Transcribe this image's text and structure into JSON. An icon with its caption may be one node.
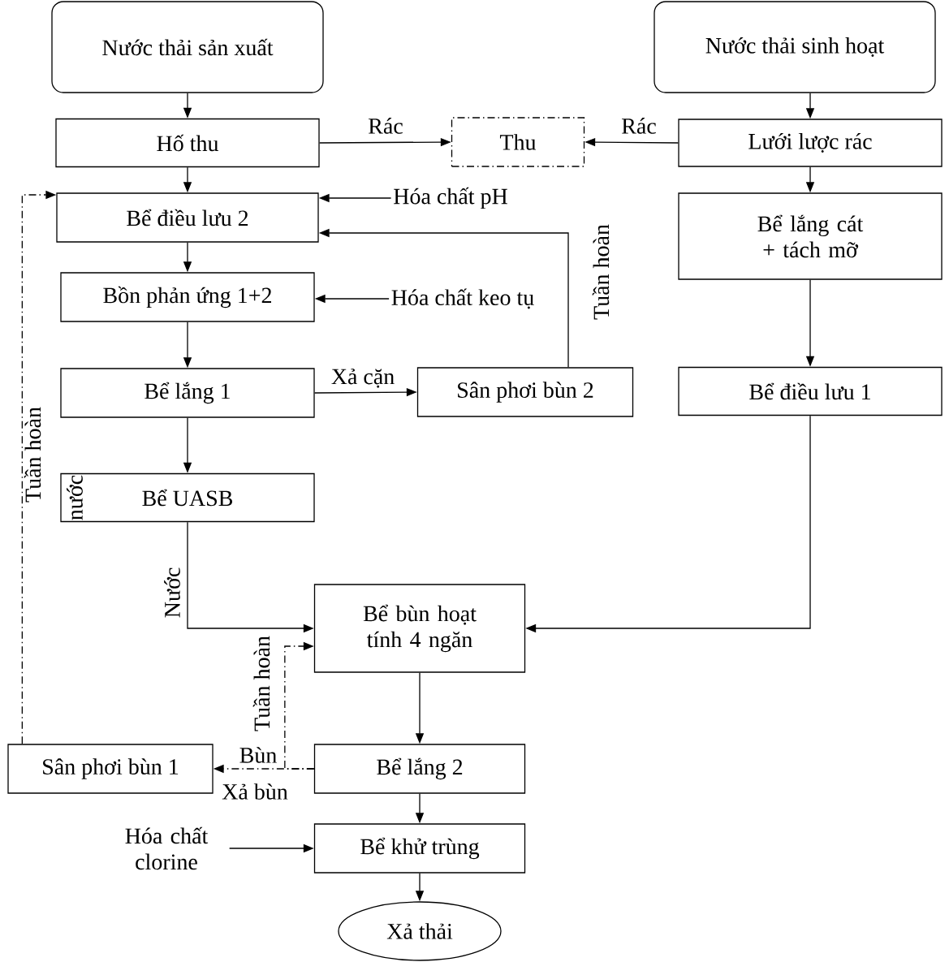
{
  "diagram": {
    "nodes": [
      {
        "text": [
          "Nước thải sản xuất"
        ]
      },
      {
        "text": [
          "Nước thải sinh hoạt"
        ]
      },
      {
        "text": [
          "Hố thu"
        ]
      },
      {
        "text": [
          "Thu"
        ]
      },
      {
        "text": [
          "Lưới lược rác"
        ]
      },
      {
        "text": [
          "Bể điều lưu 2"
        ]
      },
      {
        "text": [
          "Hóa chất pH"
        ]
      },
      {
        "text": [
          "Bể lắng cát + tách mỡ"
        ]
      },
      {
        "text": [
          "Bồn phản ứng 1+2"
        ]
      },
      {
        "text": [
          "Hóa chất keo tụ"
        ]
      },
      {
        "text": [
          "Bể lắng 1"
        ]
      },
      {
        "text": [
          "Sân phơi bùn 2"
        ]
      },
      {
        "text": [
          "Bể điều lưu 1"
        ]
      },
      {
        "text": [
          "Bể UASB"
        ]
      },
      {
        "text": [
          "Bể bùn hoạt tính 4 ngăn"
        ]
      },
      {
        "text": [
          "Sân phơi bùn 1"
        ]
      },
      {
        "text": [
          "Bể lắng 2"
        ]
      },
      {
        "text": [
          "Hóa chất clorine"
        ]
      },
      {
        "text": [
          "Bể khử trùng"
        ]
      },
      {
        "text": [
          "Xả thải"
        ]
      }
    ],
    "edges": [
      {
        "from": 0,
        "to": 2,
        "arrow": "to"
      },
      {
        "from": 1,
        "to": 4,
        "arrow": "to"
      },
      {
        "from": 2,
        "to": 3,
        "arrow": "to",
        "label": "Rác"
      },
      {
        "from": 4,
        "to": 3,
        "arrow": "to",
        "label": "Rác"
      },
      {
        "from": 2,
        "to": 5,
        "arrow": "to"
      },
      {
        "from": 6,
        "to": 5,
        "arrow": "to"
      },
      {
        "from": 11,
        "to": 5,
        "arrow": "to",
        "label": "Tuần hoàn"
      },
      {
        "from": 5,
        "to": 8,
        "arrow": "to"
      },
      {
        "from": 9,
        "to": 8,
        "arrow": "to"
      },
      {
        "from": 4,
        "to": 7,
        "arrow": "to"
      },
      {
        "from": 7,
        "to": 12,
        "arrow": "to"
      },
      {
        "from": 8,
        "to": 10,
        "arrow": "to"
      },
      {
        "from": 10,
        "to": 11,
        "arrow": "to",
        "label": "Xả cặn"
      },
      {
        "from": 10,
        "to": 13,
        "arrow": "to"
      },
      {
        "from": 13,
        "to": 14,
        "arrow": "to",
        "label": "Nước"
      },
      {
        "from": 12,
        "to": 14,
        "arrow": "to"
      },
      {
        "from": 14,
        "to": 16,
        "arrow": "to"
      },
      {
        "from": 16,
        "to": 15,
        "arrow": "to",
        "label": "Xả bùn",
        "style": "dashed"
      },
      {
        "from": 16,
        "to": 14,
        "arrow": "to",
        "label": "Tuần hoàn",
        "style": "dashed"
      },
      {
        "from": 15,
        "to": 5,
        "arrow": "to",
        "label": "Tuần hoàn",
        "style": "dashed"
      },
      {
        "from": 16,
        "to": 18,
        "arrow": "to"
      },
      {
        "from": 17,
        "to": 18,
        "arrow": "to"
      },
      {
        "from": 18,
        "to": 19,
        "arrow": "to"
      }
    ],
    "labels": [
      "nước",
      "Bùn"
    ]
  }
}
